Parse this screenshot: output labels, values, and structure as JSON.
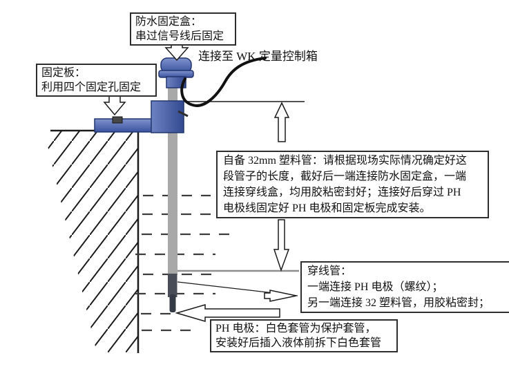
{
  "figure": {
    "callouts": {
      "waterproof_box": {
        "lines": [
          "防水固定盒：",
          "串过信号线后固定"
        ]
      },
      "fixing_plate": {
        "lines": [
          "固定板：",
          "利用四个固定孔固定"
        ]
      },
      "plastic_pipe": {
        "lines": [
          "自备 32mm 塑料管：请根据现场实际情况确定好这",
          "段管子的长度，截好后一端连接防水固定盒，一端",
          "连接穿线盒，均用胶粘密封好；连接好后穿过 PH",
          "电极线固定好 PH 电极和固定板完成安装。"
        ]
      },
      "conduit": {
        "lines": [
          "穿线管：",
          "一端连接 PH 电极（螺纹）；",
          "另一端连接 32 塑料管，用胶粘密封；"
        ]
      },
      "ph_electrode": {
        "lines": [
          "PH 电极：白色套管为保护套管，",
          "安装好后插入液体前拆下白色套管"
        ]
      },
      "control_box_label": "连接至 WK 定量控制箱"
    },
    "colors": {
      "device_blue": "#4f67ad",
      "device_blue_dark": "#23356f",
      "pipe_gray": "#a8a8a8",
      "electrode_dark": "#484d58",
      "electrode_tip_dark": "#353b46",
      "liquid_level_gray": "#8f8f8f",
      "ink": "#1a1a1a"
    }
  }
}
